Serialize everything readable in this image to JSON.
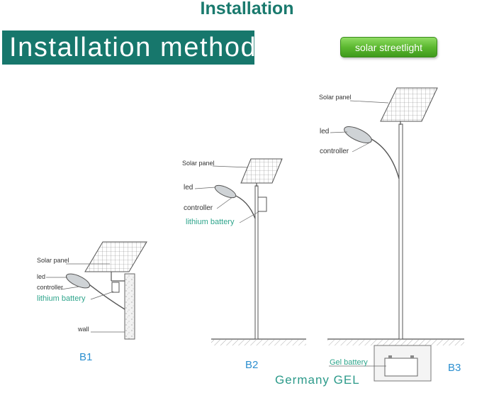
{
  "header": {
    "title": "Installation"
  },
  "banner": {
    "text": "Installation method"
  },
  "badge": {
    "text": "solar streetlight"
  },
  "diagrams": {
    "b1": {
      "solar_panel": "Solar panel",
      "led": "led",
      "controller": "controller",
      "battery": "lithium battery",
      "wall": "wall",
      "caption": "B1"
    },
    "b2": {
      "solar_panel": "Solar panel",
      "led": "led",
      "controller": "controller",
      "battery": "lithium battery",
      "caption": "B2"
    },
    "b3": {
      "solar_panel": "Solar panel",
      "led": "led",
      "controller": "controller",
      "gel_battery": "Gel battery",
      "gel_caption": "Germany GEL",
      "caption": "B3"
    }
  },
  "colors": {
    "teal": "#17776c",
    "caption_blue": "#2c8fd0",
    "callout_green": "#2fa58c",
    "pill_green": "#5cb830"
  }
}
